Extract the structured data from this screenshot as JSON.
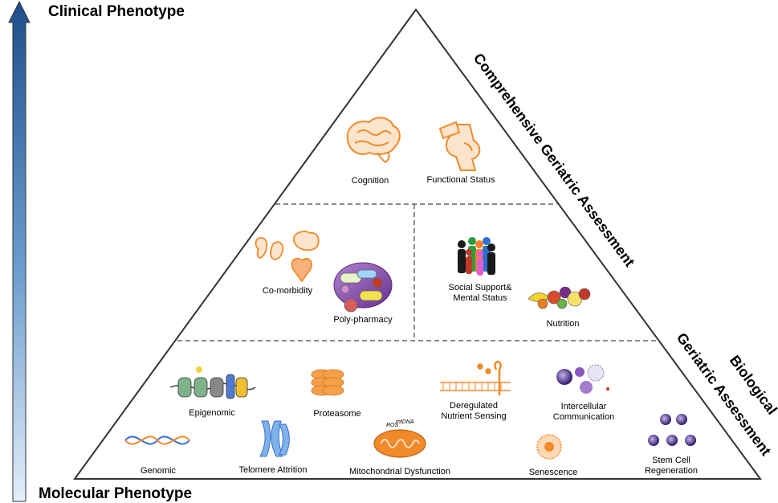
{
  "axis": {
    "top_label": "Clinical Phenotype",
    "bottom_label": "Molecular Phenotype"
  },
  "sides": {
    "comprehensive": "Comprehensive Geriatric Assessment",
    "biological_line1": "Biological",
    "biological_line2": "Geriatric Assessment"
  },
  "top_tier": {
    "cognition": "Cognition",
    "functional_status": "Functional Status"
  },
  "middle_tier": {
    "comorbidity": "Co-morbidity",
    "polypharmacy": "Poly-pharmacy",
    "social_line1": "Social Support&",
    "social_line2": "Mental Status",
    "nutrition": "Nutrition"
  },
  "bottom_tier": {
    "epigenomic": "Epigenomic",
    "proteasome": "Proteasome",
    "nutrient_line1": "Deregulated",
    "nutrient_line2": "Nutrient Sensing",
    "intercell_line1": "Intercellular",
    "intercell_line2": "Communication",
    "genomic": "Genomic",
    "telomere": "Telomere Attrition",
    "mito": "Mitochondrial Dysfunction",
    "senescence": "Senescence",
    "stem_line1": "Stem Cell",
    "stem_line2": "Regeneration",
    "ros": "ROS",
    "mtdna": "mtDNA"
  },
  "colors": {
    "arrow_top": "#1f4e8c",
    "arrow_bottom": "#dbe8f7",
    "organ_orange": "#f08a2a",
    "pill_purple": "#8a3fa8",
    "cell_purple": "#5a2a8a"
  }
}
